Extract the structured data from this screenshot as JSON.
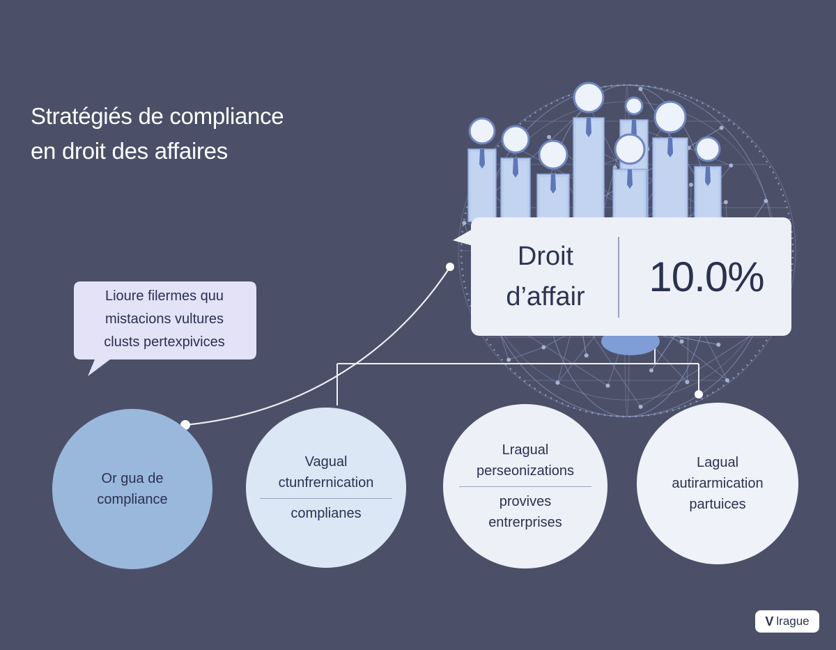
{
  "title": {
    "line1": "Stratégiés de compliance",
    "line2": "en droit des affaires"
  },
  "callout": {
    "lines": [
      "Lioure filermes quu",
      "mistacions vultures",
      "clusts pertexpivices"
    ]
  },
  "highlight_card": {
    "label_line1": "Droit",
    "label_line2": "d’affair",
    "value": "10.0%"
  },
  "nodes": [
    {
      "title_lines": [
        "Or gua de",
        "compliance"
      ],
      "sub_lines": []
    },
    {
      "title_lines": [
        "Vagual",
        "ctunfrernication"
      ],
      "sub_lines": [
        "complianes"
      ]
    },
    {
      "title_lines": [
        "Lragual",
        "perseonizations"
      ],
      "sub_lines": [
        "provives",
        "entrerprises"
      ]
    },
    {
      "title_lines": [
        "Lagual",
        "autirarmication",
        "partuices"
      ],
      "sub_lines": []
    }
  ],
  "badge": {
    "mark": "V",
    "label": "lrague"
  },
  "colors": {
    "background": "#4b5068",
    "card": "#eef0f8",
    "bubble": "#e3e2f7",
    "node_1": "#9ab8dc",
    "node_2": "#dbe7f5",
    "node_3": "#eef0f8",
    "node_4": "#f0f2f9",
    "figures": "#b9cdee",
    "network": "#9aaad0"
  },
  "icons": [
    "business-people-illustration",
    "network-globe-icon",
    "check-mark-icon"
  ]
}
